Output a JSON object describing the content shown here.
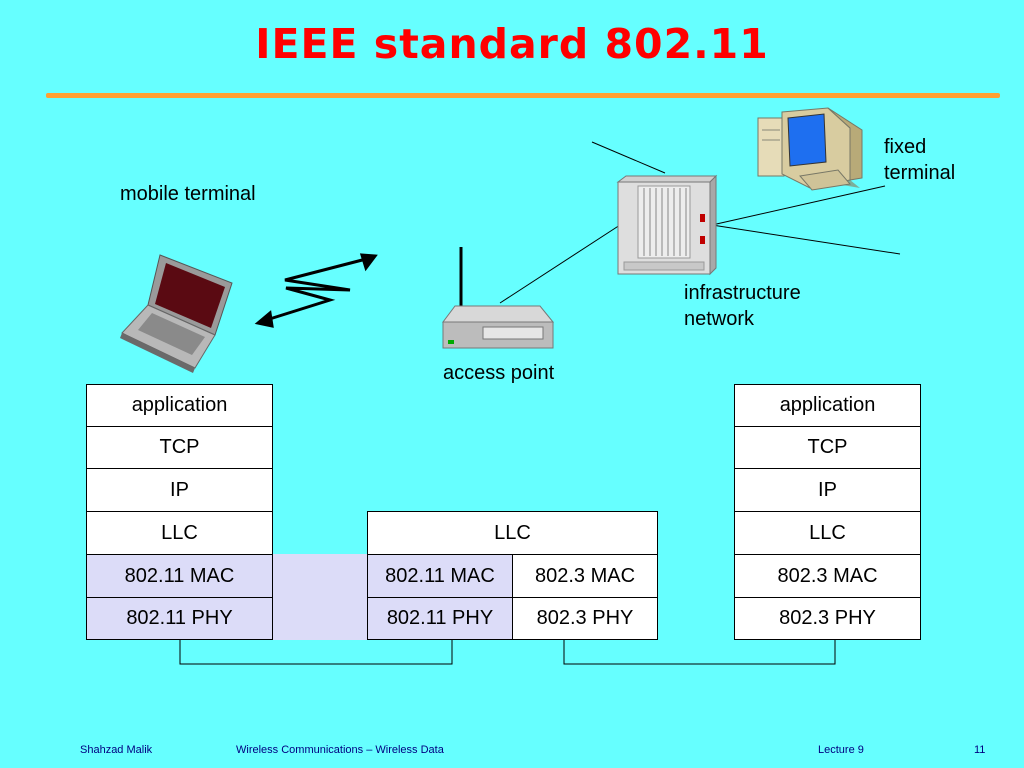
{
  "title": "IEEE standard 802.11",
  "labels": {
    "mobile_terminal": "mobile terminal",
    "fixed_terminal_line1": "fixed",
    "fixed_terminal_line2": "terminal",
    "infrastructure_line1": "infrastructure",
    "infrastructure_line2": "network",
    "access_point": "access point"
  },
  "stacks": {
    "mobile": [
      "application",
      "TCP",
      "IP",
      "LLC",
      "802.11 MAC",
      "802.11 PHY"
    ],
    "access_point": {
      "llc": "LLC",
      "left_mac": "802.11 MAC",
      "left_phy": "802.11 PHY",
      "right_mac": "802.3 MAC",
      "right_phy": "802.3 PHY"
    },
    "fixed": [
      "application",
      "TCP",
      "IP",
      "LLC",
      "802.3 MAC",
      "802.3 PHY"
    ]
  },
  "footer": {
    "author": "Shahzad Malik",
    "course": "Wireless Communications – Wireless Data",
    "lecture": "Lecture 9",
    "page": "11"
  },
  "colors": {
    "background": "#66ffff",
    "title": "#ff0000",
    "rule": "#ffa030",
    "wireless_layer": "#dcdcf8",
    "footer_text": "#000080"
  },
  "icons": [
    "laptop-icon",
    "wireless-link-icon",
    "access-point-icon",
    "rack-server-icon",
    "desktop-computer-icon"
  ]
}
